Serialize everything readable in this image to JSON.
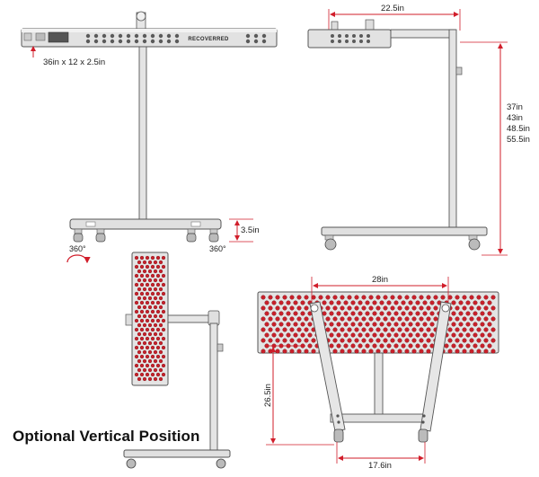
{
  "colors": {
    "dimension_red": "#d11d2a",
    "led_red": "#c8202a",
    "frame_grey": "#d9d9d9",
    "outline": "#555555"
  },
  "front_view": {
    "brand": "RECOVERRED",
    "panel_dims": "36in x 12 x 2.5in",
    "wheel_height": "3.5in",
    "rotation_left": "360°",
    "rotation_right": "360°"
  },
  "side_view": {
    "arm_length": "22.5in",
    "heights": [
      "37in",
      "43in",
      "48.5in",
      "55.5in"
    ]
  },
  "vertical_view": {
    "caption": "Optional Vertical Position"
  },
  "tilted_view": {
    "panel_width": "28in",
    "height": "26.5in",
    "base_width": "17.6in"
  }
}
